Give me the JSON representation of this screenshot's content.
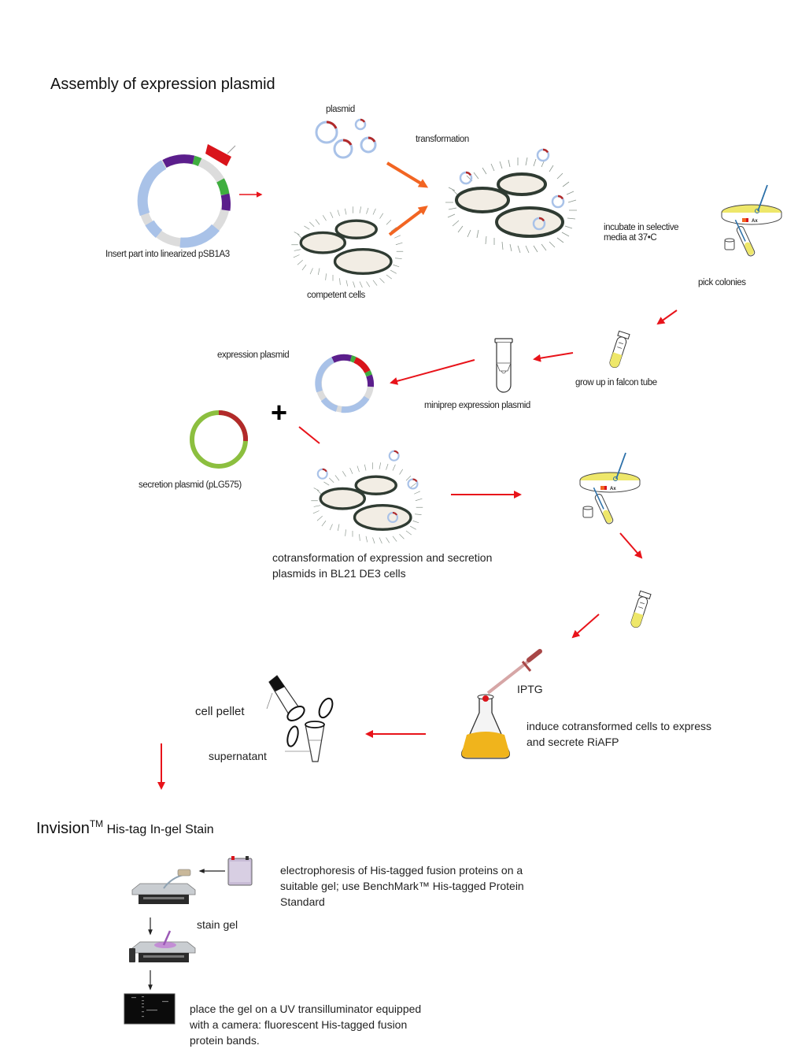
{
  "sections": {
    "assembly_title": "Assembly of expression plasmid",
    "invision_title": "Invision",
    "invision_tm": "TM",
    "invision_subtitle": " His-tag In-gel Stain"
  },
  "labels": {
    "plasmid": "plasmid",
    "transformation": "transformation",
    "insert_part": "Insert part into linearized pSB1A3",
    "competent_cells": "competent cells",
    "incubate_line1": "incubate in selective",
    "incubate_line2": "media at 37•C",
    "pick_colonies": "pick colonies",
    "expression_plasmid": "expression plasmid",
    "miniprep": "miniprep expression plasmid",
    "grow_up": "grow up in falcon tube",
    "plus": "+",
    "secretion_plasmid": "secretion plasmid (pLG575)",
    "cotransformation_line1": "cotransformation of expression and secretion",
    "cotransformation_line2": "plasmids in BL21 DE3 cells",
    "iptg": "IPTG",
    "induce_line1": "induce cotransformed cells to express",
    "induce_line2": "and secrete RiAFP",
    "cell_pellet": "cell pellet",
    "supernatant": "supernatant",
    "electrophoresis_line1": "electrophoresis of His-tagged fusion proteins on a",
    "electrophoresis_line2": "suitable gel; use  BenchMark™ His-tagged Protein",
    "electrophoresis_line3": "Standard",
    "stain_gel": "stain gel",
    "uv_line1": "place the gel on a UV transilluminator equipped",
    "uv_line2": "with a camera: fluorescent His-tagged fusion",
    "uv_line3": "protein bands.",
    "plate_label": "Ax"
  },
  "colors": {
    "arrow_red": "#e8131a",
    "arrow_orange": "#f26522",
    "plasmid_blue": "#a9c2e8",
    "plasmid_gray": "#dcdcdc",
    "insert_purple": "#5b1e8c",
    "insert_green": "#3fae3f",
    "insert_red": "#d9141b",
    "secretion_green": "#8cbf3f",
    "secretion_red": "#b22a2a",
    "cell_fill": "#f2ede4",
    "cell_outline": "#2f3b32",
    "media_yellow": "#eee76a",
    "flask_yellow": "#f0b41c"
  }
}
